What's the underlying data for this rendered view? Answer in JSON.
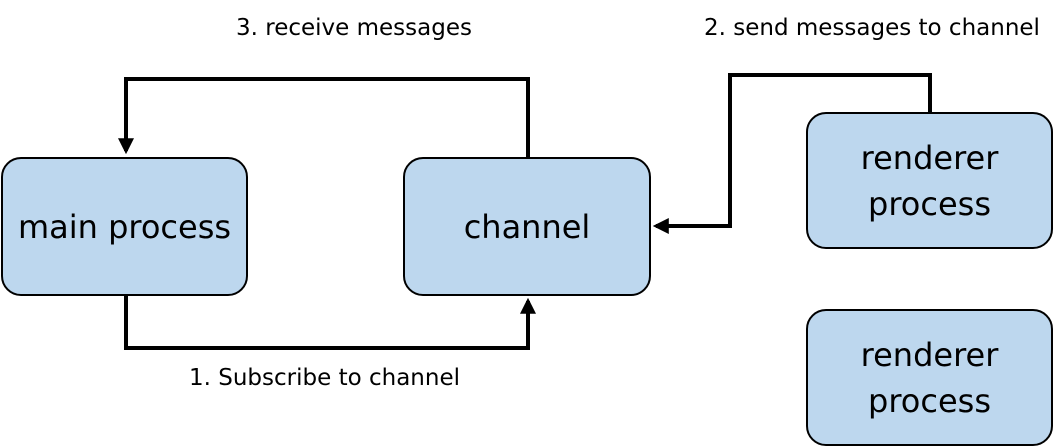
{
  "colors": {
    "node_fill": "#bdd7ee",
    "stroke": "#000000"
  },
  "nodes": {
    "main": {
      "label": "main process"
    },
    "channel": {
      "label": "channel"
    },
    "renderer_top": {
      "label": "renderer\nprocess"
    },
    "renderer_bottom": {
      "label": "renderer\nprocess"
    }
  },
  "edges": {
    "subscribe": {
      "label": "1. Subscribe to channel"
    },
    "send": {
      "label": "2. send messages to channel"
    },
    "receive": {
      "label": "3. receive messages"
    }
  }
}
